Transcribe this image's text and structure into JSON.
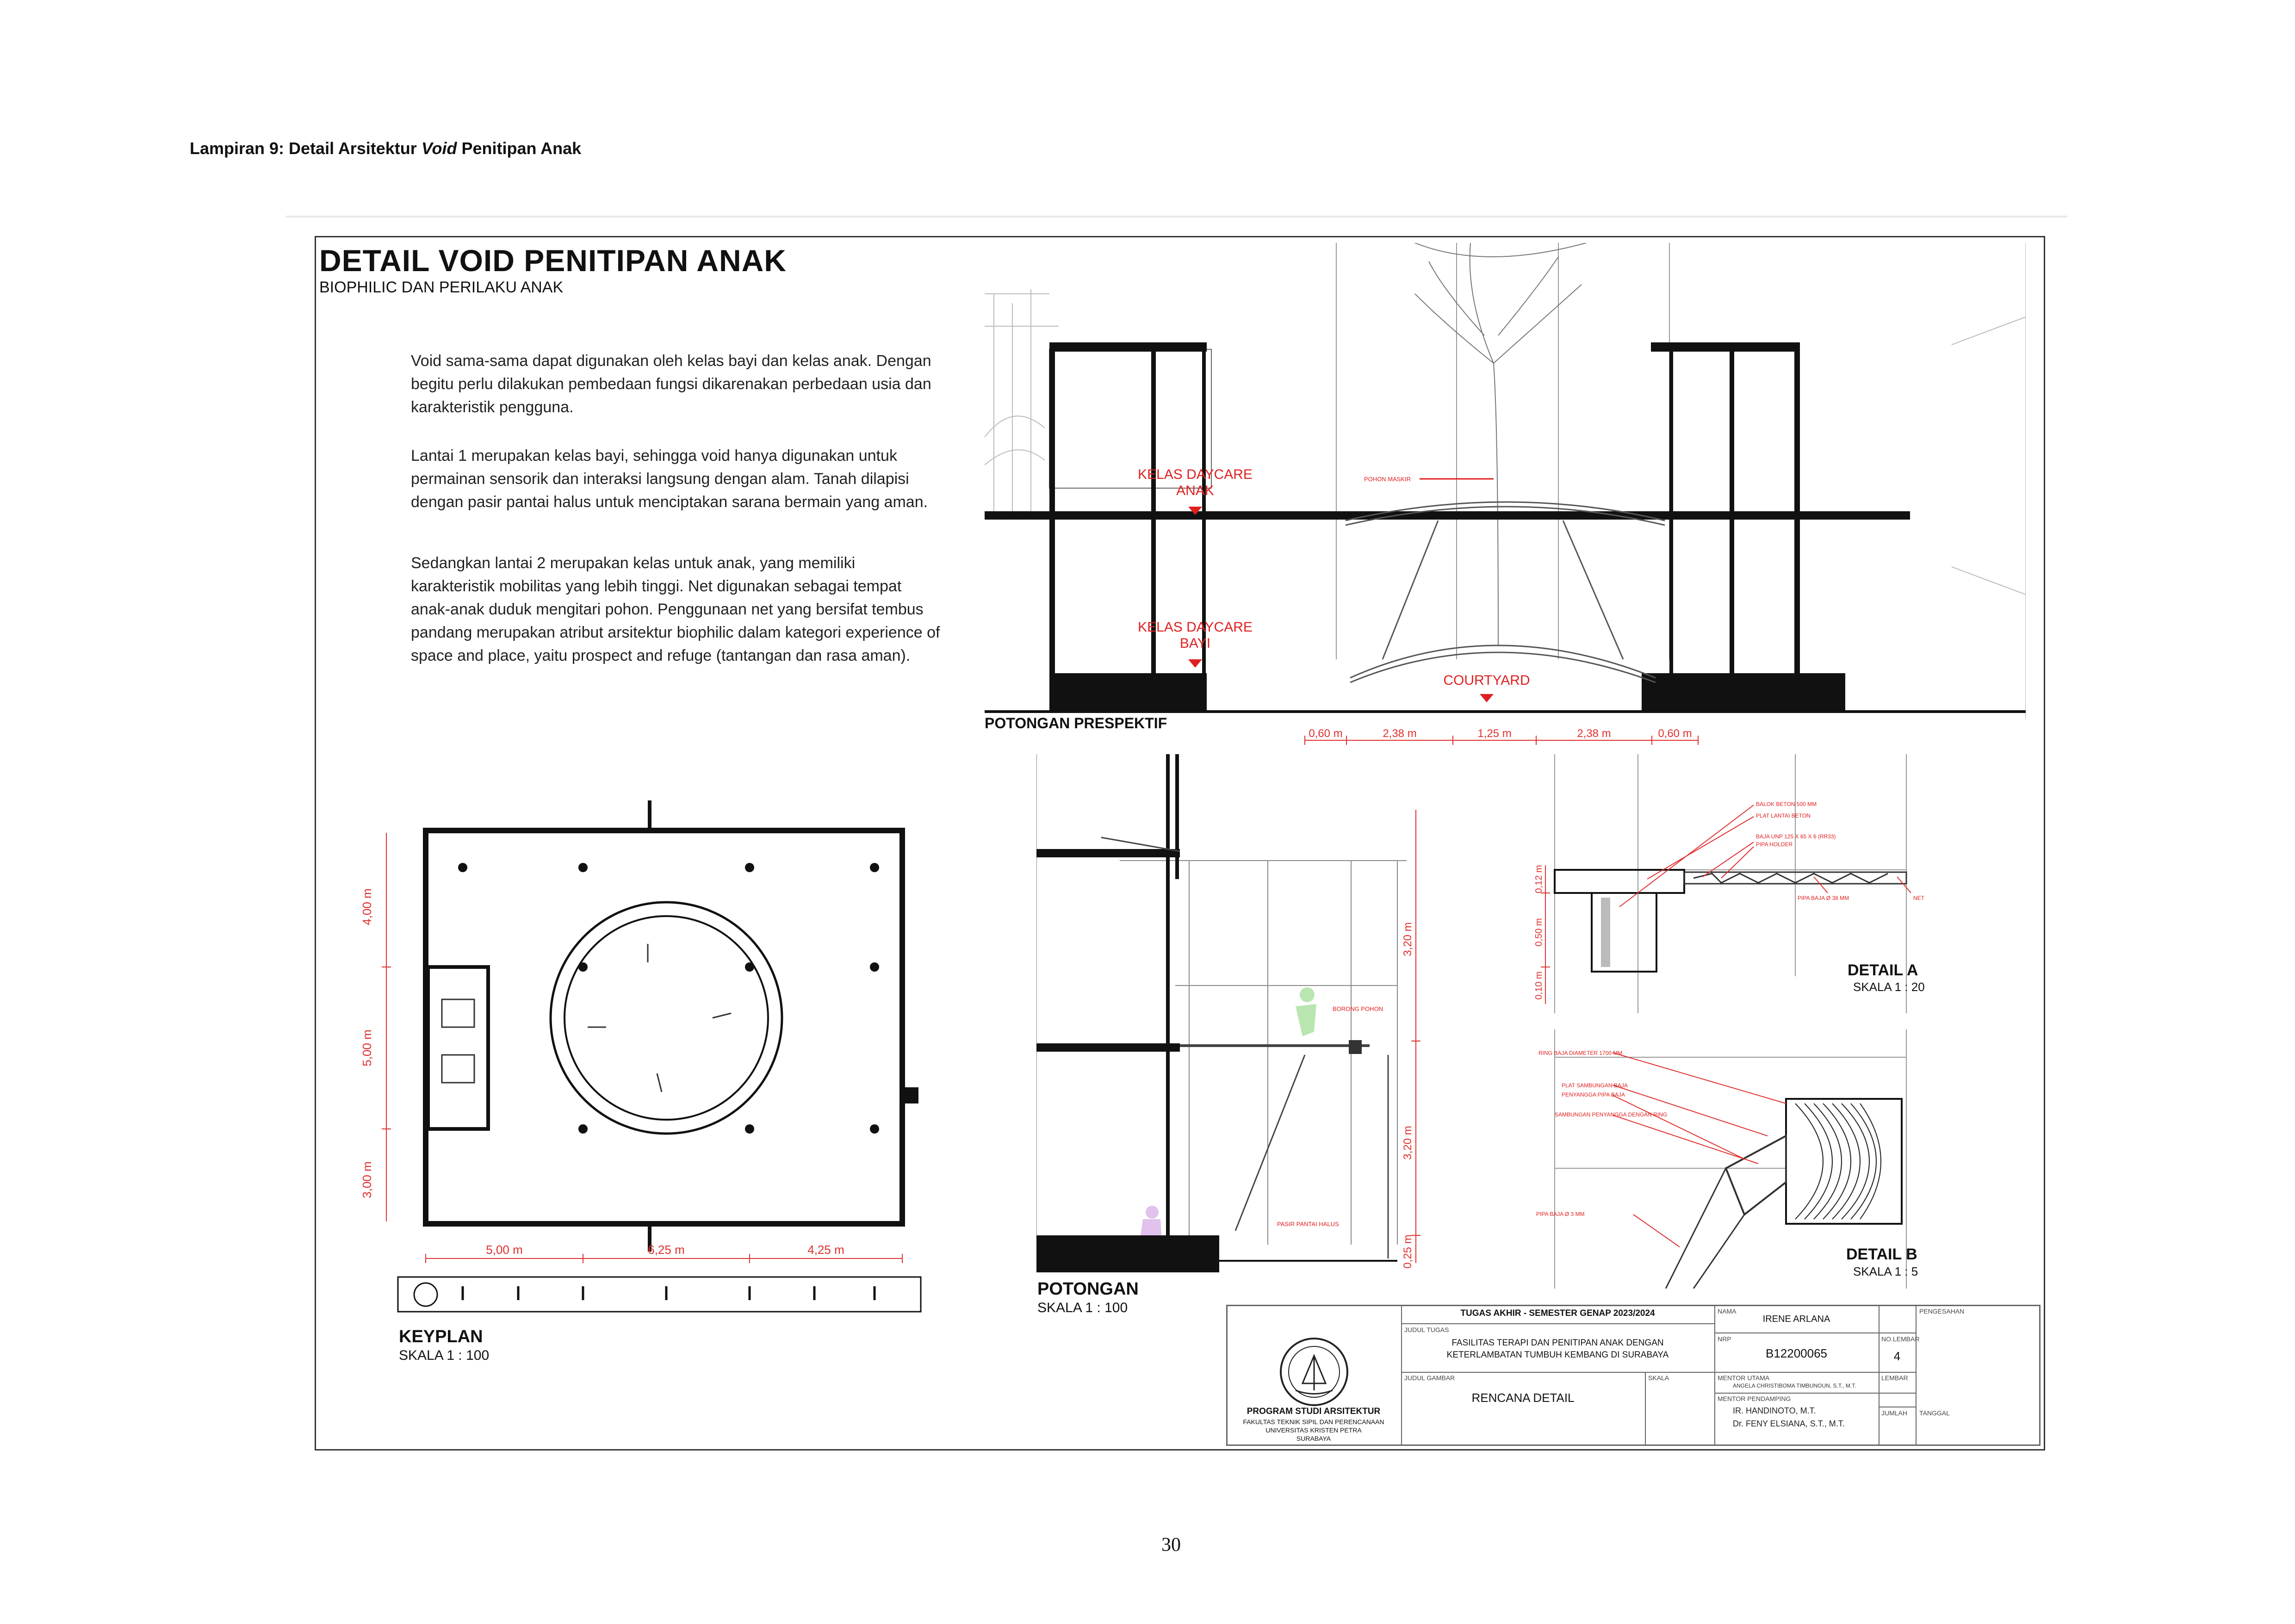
{
  "page": {
    "title_prefix": "Lampiran 9: Detail Arsitektur ",
    "title_italic": "Void",
    "title_suffix": " Penitipan Anak",
    "number": "30"
  },
  "sheet": {
    "title": "DETAIL VOID PENITIPAN ANAK",
    "subtitle": "BIOPHILIC DAN PERILAKU ANAK",
    "paragraphs": [
      "Void sama-sama dapat digunakan oleh kelas bayi dan kelas anak. Dengan begitu perlu dilakukan pembedaan fungsi dikarenakan perbedaan usia dan karakteristik pengguna.",
      "Lantai 1 merupakan kelas bayi, sehingga void hanya digunakan untuk permainan sensorik dan interaksi langsung dengan alam. Tanah dilapisi dengan pasir pantai halus untuk menciptakan sarana bermain yang aman.",
      "Sedangkan lantai 2 merupakan kelas untuk anak, yang memiliki karakteristik mobilitas yang lebih tinggi. Net digunakan sebagai tempat anak-anak duduk mengitari pohon. Penggunaan net yang bersifat tembus pandang merupakan atribut arsitektur biophilic dalam kategori experience of space and place, yaitu prospect and refuge (tantangan dan rasa aman)."
    ]
  },
  "section_perspective": {
    "label": "POTONGAN PRESPEKTIF",
    "tags": {
      "kelas_anak": [
        "KELAS DAYCARE",
        "ANAK"
      ],
      "kelas_bayi": [
        "KELAS DAYCARE",
        "BAYI"
      ],
      "courtyard": "COURTYARD",
      "pohon": "POHON MASKIR"
    },
    "dims": [
      "0,60 m",
      "2,38 m",
      "1,25 m",
      "2,38 m",
      "0,60 m"
    ]
  },
  "keyplan": {
    "label": "KEYPLAN",
    "scale": "SKALA 1 : 100",
    "dims_h": [
      "5,00 m",
      "6,25 m",
      "4,25 m"
    ],
    "dims_v": [
      "4,00 m",
      "5,00 m",
      "3,00 m"
    ]
  },
  "section": {
    "label": "POTONGAN",
    "scale": "SKALA 1 : 100",
    "dims_v": [
      "3,20 m",
      "3,20 m",
      "0,25 m"
    ],
    "tags": [
      "BORONG POHON",
      "PASIR PANTAI HALUS"
    ]
  },
  "detail_a": {
    "label": "DETAIL A",
    "scale": "SKALA 1 : 20",
    "dims_v": [
      "0,12 m",
      "0,50 m",
      "0,10 m"
    ],
    "tags": [
      "BALOK BETON 500 MM",
      "PLAT LANTAI BETON",
      "BAJA UNP 125 X 65 X 6 (RR33)",
      "PIPA HOLDER",
      "PIPA BAJA Ø 38 MM",
      "NET"
    ]
  },
  "detail_b": {
    "label": "DETAIL B",
    "scale": "SKALA 1 : 5",
    "tags": [
      "RING BAJA DIAMETER 1700 MM",
      "PLAT SAMBUNGAN BAJA",
      "PENYANGGA PIPA BAJA",
      "SAMBUNGAN PENYANGGA DENGAN RING",
      "PIPA BAJA Ø 3 MM"
    ]
  },
  "titleblock": {
    "program": "PROGRAM STUDI ARSITEKTUR",
    "faculty": [
      "FAKULTAS TEKNIK SIPIL DAN PERENCANAAN",
      "UNIVERSITAS KRISTEN PETRA",
      "SURABAYA"
    ],
    "tugas": "TUGAS AKHIR - SEMESTER GENAP 2023/2024",
    "judul_tugas_lbl": "JUDUL TUGAS",
    "judul_tugas": [
      "FASILITAS TERAPI DAN PENITIPAN ANAK DENGAN",
      "KETERLAMBATAN TUMBUH KEMBANG DI SURABAYA"
    ],
    "judul_gambar_lbl": "JUDUL GAMBAR",
    "judul_gambar": "RENCANA DETAIL",
    "skala_lbl": "SKALA",
    "nama_lbl": "NAMA",
    "nama": "IRENE ARLANA",
    "nrp_lbl": "NRP",
    "nrp": "B12200065",
    "mentor_utama_lbl": "MENTOR UTAMA",
    "mentor_utama": "ANGELA CHRISTIBOMA TIMBUNOUN, S.T., M.T.",
    "mentor_pendamping_lbl": "MENTOR PENDAMPING",
    "mentor_pendamping": [
      "IR. HANDINOTO, M.T.",
      "Dr. FENY ELSIANA, S.T., M.T."
    ],
    "nomor_lbl": "NO.LEMBAR",
    "nomor": "4",
    "lembar_lbl": "LEMBAR",
    "jumlah_lbl": "JUMLAH",
    "tanggal_lbl": "TANGGAL",
    "pengesahan_lbl": "PENGESAHAN"
  }
}
